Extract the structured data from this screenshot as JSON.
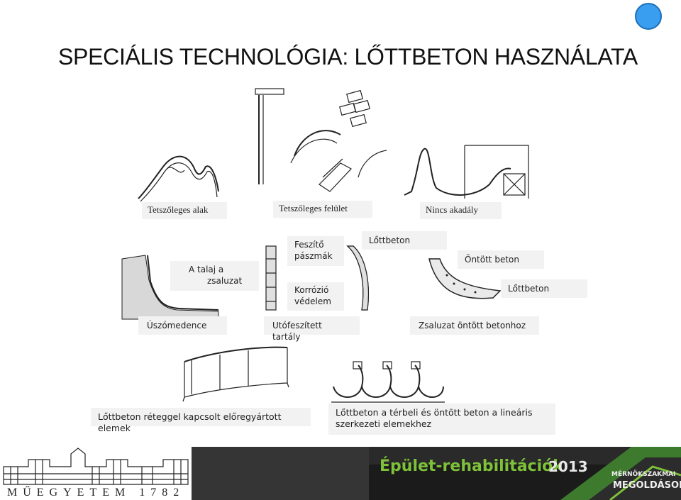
{
  "slide": {
    "title": "SPECIÁLIS TECHNOLÓGIA: LŐTTBETON HASZNÁLATA"
  },
  "row1": {
    "labels": [
      "Tetszőleges alak",
      "Tetszőleges felület",
      "Nincs akadály"
    ]
  },
  "row2": {
    "talaj": [
      "A talaj a",
      "zsaluzat"
    ],
    "feszito": [
      "Feszítő",
      "pászmák"
    ],
    "korrozio": [
      "Korrózió",
      "védelem"
    ],
    "lottbeton_top": "Lőttbeton",
    "ontott": "Öntött beton",
    "lottbeton_right": "Lőttbeton",
    "captions": [
      "Úszómedence",
      "Utófeszített tartály",
      "Zsaluzat öntött betonhoz"
    ]
  },
  "row3": {
    "left_caption": "Lőttbeton réteggel kapcsolt előregyártott elemek",
    "right_caption": [
      "Lőttbeton a térbeli és öntött beton a lineáris",
      "szerkezeti elemekhez"
    ]
  },
  "footer": {
    "university": "MŰEGYETEM 1782",
    "banner": "Épület-rehabilitációk",
    "year": "2013",
    "brand_line1": "MÉRNÖKSZAKMAI",
    "brand_line2": "MEGOLDÁSOK"
  },
  "colors": {
    "nav_button": "#3a9ef0",
    "banner_green": "#7ec23a",
    "label_bg": "#f2f2f2"
  }
}
